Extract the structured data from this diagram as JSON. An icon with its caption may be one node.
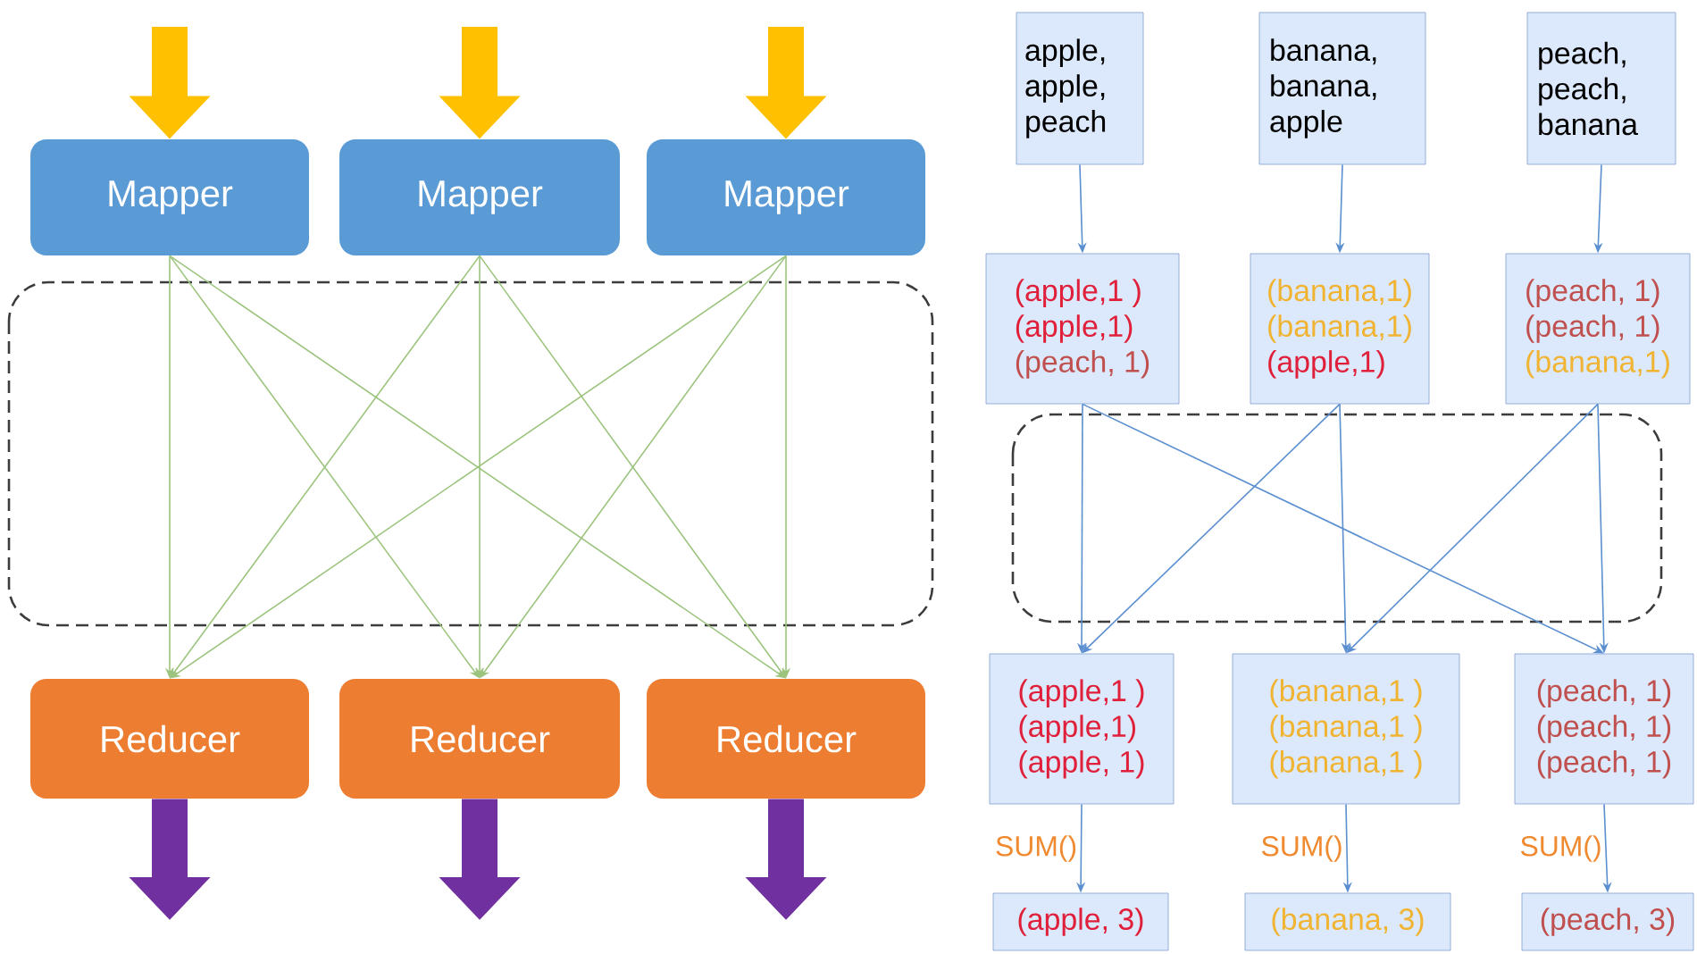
{
  "diagram": {
    "nodes": [
      {
        "text": [
          "Mapper"
        ]
      },
      {
        "text": [
          "Mapper"
        ]
      },
      {
        "text": [
          "Mapper"
        ]
      },
      {
        "text": [
          "Reducer"
        ]
      },
      {
        "text": [
          "Reducer"
        ]
      },
      {
        "text": [
          "Reducer"
        ]
      },
      {
        "text": [
          "apple, apple, peach"
        ]
      },
      {
        "text": [
          "banana, banana, apple"
        ]
      },
      {
        "text": [
          "peach, peach, banana"
        ]
      },
      {
        "text": [
          "(apple,1 )",
          "(apple,1)",
          "(peach, 1)"
        ]
      },
      {
        "text": [
          "(banana,1)",
          "(banana,1)",
          "(apple,1)"
        ]
      },
      {
        "text": [
          "(peach, 1)",
          "(peach, 1)",
          "(banana,1)"
        ]
      },
      {
        "text": [
          "(apple,1 )",
          "(apple,1)",
          "(apple, 1)"
        ]
      },
      {
        "text": [
          "(banana,1 )",
          "(banana,1 )",
          "(banana,1 )"
        ]
      },
      {
        "text": [
          "(peach, 1)",
          "(peach, 1)",
          "(peach, 1)"
        ]
      },
      {
        "text": [
          "(apple, 3)"
        ]
      },
      {
        "text": [
          "(banana, 3)"
        ]
      },
      {
        "text": [
          "(peach, 3)"
        ]
      }
    ],
    "edges": [
      {
        "from": null,
        "to": 0,
        "arrow": "to",
        "style": "thick",
        "color": "#ffc000"
      },
      {
        "from": null,
        "to": 1,
        "arrow": "to",
        "style": "thick",
        "color": "#ffc000"
      },
      {
        "from": null,
        "to": 2,
        "arrow": "to",
        "style": "thick",
        "color": "#ffc000"
      },
      {
        "from": 0,
        "to": 3,
        "arrow": "to",
        "color": "#9cc47e"
      },
      {
        "from": 0,
        "to": 4,
        "arrow": "to",
        "color": "#9cc47e"
      },
      {
        "from": 0,
        "to": 5,
        "arrow": "to",
        "color": "#9cc47e"
      },
      {
        "from": 1,
        "to": 3,
        "arrow": "to",
        "color": "#9cc47e"
      },
      {
        "from": 1,
        "to": 4,
        "arrow": "to",
        "color": "#9cc47e"
      },
      {
        "from": 1,
        "to": 5,
        "arrow": "to",
        "color": "#9cc47e"
      },
      {
        "from": 2,
        "to": 3,
        "arrow": "to",
        "color": "#9cc47e"
      },
      {
        "from": 2,
        "to": 4,
        "arrow": "to",
        "color": "#9cc47e"
      },
      {
        "from": 2,
        "to": 5,
        "arrow": "to",
        "color": "#9cc47e"
      },
      {
        "from": 3,
        "to": null,
        "arrow": "to",
        "style": "thick",
        "color": "#7030a0"
      },
      {
        "from": 4,
        "to": null,
        "arrow": "to",
        "style": "thick",
        "color": "#7030a0"
      },
      {
        "from": 5,
        "to": null,
        "arrow": "to",
        "style": "thick",
        "color": "#7030a0"
      },
      {
        "from": 6,
        "to": 9,
        "arrow": "to"
      },
      {
        "from": 7,
        "to": 10,
        "arrow": "to"
      },
      {
        "from": 8,
        "to": 11,
        "arrow": "to"
      },
      {
        "from": 9,
        "to": 12,
        "arrow": "to"
      },
      {
        "from": 9,
        "to": 14,
        "arrow": "to"
      },
      {
        "from": 10,
        "to": 12,
        "arrow": "to"
      },
      {
        "from": 10,
        "to": 13,
        "arrow": "to"
      },
      {
        "from": 11,
        "to": 13,
        "arrow": "to"
      },
      {
        "from": 11,
        "to": 14,
        "arrow": "to"
      },
      {
        "from": 12,
        "to": 15,
        "arrow": "to",
        "label": "SUM()"
      },
      {
        "from": 13,
        "to": 16,
        "arrow": "to",
        "label": "SUM()"
      },
      {
        "from": 14,
        "to": 17,
        "arrow": "to",
        "label": "SUM()"
      }
    ]
  }
}
